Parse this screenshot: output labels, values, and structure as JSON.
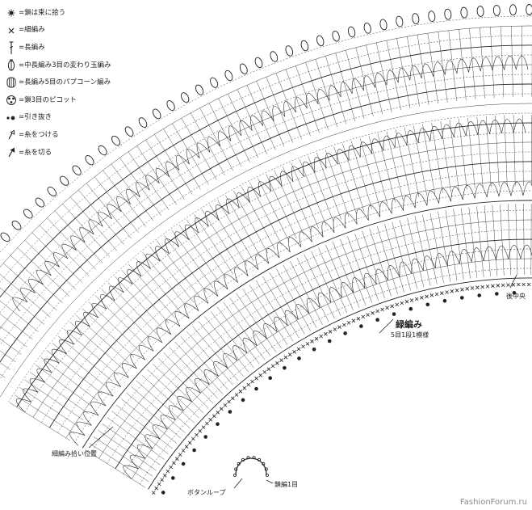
{
  "legend": [
    {
      "symbol": "star-dot-icon",
      "text": "=鎖は束に拾う"
    },
    {
      "symbol": "x-stitch-icon",
      "text": "=細編み"
    },
    {
      "symbol": "tall-stitch-icon",
      "text": "=長編み"
    },
    {
      "symbol": "bobble-stitch-icon",
      "text": "=中長編み3目の変わり玉編み"
    },
    {
      "symbol": "popcorn-stitch-icon",
      "text": "=長編み5目のパプコーン編み"
    },
    {
      "symbol": "picot-icon",
      "text": "=鎖3目のピコット"
    },
    {
      "symbol": "slip-stitch-icon",
      "text": "=引き抜き"
    },
    {
      "symbol": "join-yarn-icon",
      "text": "=糸をつける"
    },
    {
      "symbol": "cut-yarn-icon",
      "text": "=糸を切る"
    }
  ],
  "labels": {
    "back_center": "後中央",
    "ribbing": "緑編み",
    "ribbing_note": "5目1段1模様",
    "pickup_position": "細編み拾い位置",
    "button_loop": "ボタンループ",
    "chain_note": "鎖編1目"
  },
  "watermark": "FashionForum.ru",
  "colors": {
    "ink": "#222222",
    "paper": "#ffffff"
  }
}
